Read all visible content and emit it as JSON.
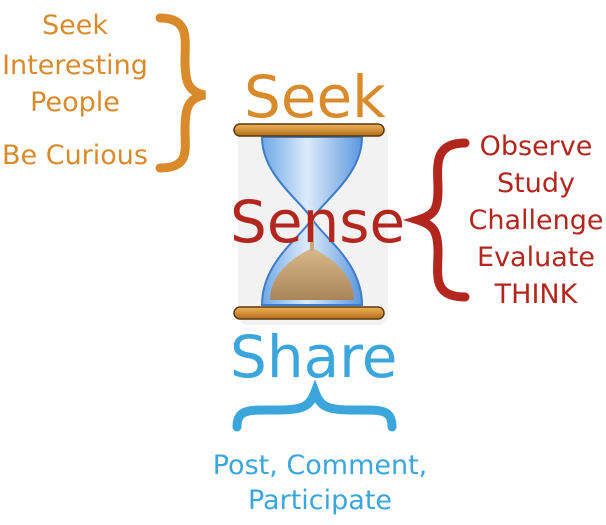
{
  "seek": {
    "title": "Seek",
    "notes": [
      "Seek",
      "Interesting",
      "People",
      "Be Curious"
    ]
  },
  "sense": {
    "title": "Sense",
    "notes": [
      "Observe",
      "Study",
      "Challenge",
      "Evaluate",
      "THINK"
    ]
  },
  "share": {
    "title": "Share",
    "notes": [
      "Post, Comment,",
      "Participate"
    ]
  },
  "colors": {
    "seek": "#D98A2B",
    "sense": "#B3261E",
    "share": "#3AA6DB",
    "glass": "#9CC8F0",
    "sand": "#C9A77A",
    "bar": "#D4912E"
  },
  "icons": [
    "hourglass-icon",
    "left-brace-icon",
    "right-brace-icon",
    "under-brace-icon"
  ]
}
